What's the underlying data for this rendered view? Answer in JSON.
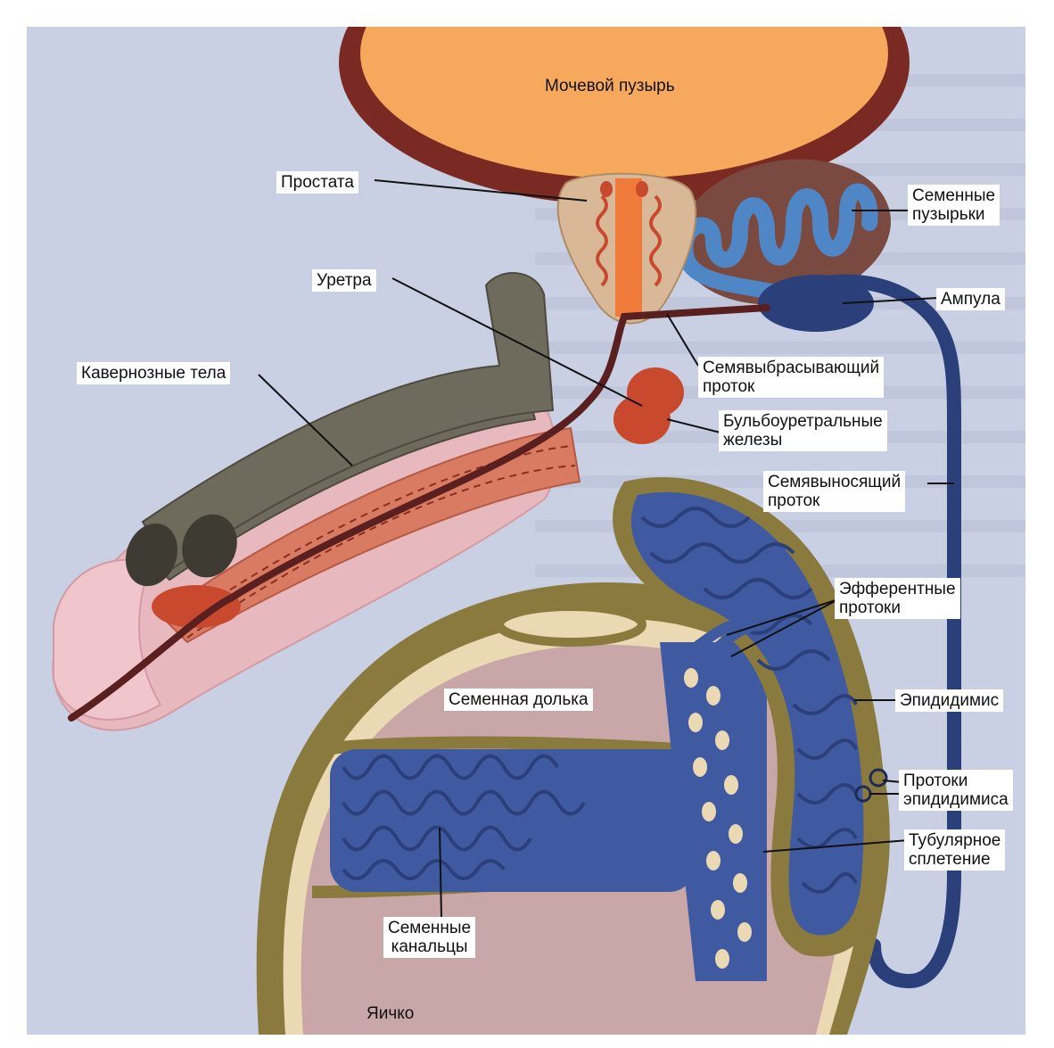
{
  "labels": {
    "bladder": "Мочевой пузырь",
    "prostate": "Простата",
    "seminal_vesicles": [
      "Семенные",
      "пузырьки"
    ],
    "urethra": "Уретра",
    "ampulla": "Ампула",
    "cavernous_bodies": "Кавернозные тела",
    "ejaculatory_duct": [
      "Семявыбрасывающий",
      "проток"
    ],
    "bulbourethral_glands": [
      "Бульбоуретральные",
      "железы"
    ],
    "vas_deferens": [
      "Семявыносящий",
      "проток"
    ],
    "efferent_ducts": [
      "Эфферентные",
      "протоки"
    ],
    "seminal_lobule": "Семенная долька",
    "epididymis": "Эпидидимис",
    "epididymis_ducts": [
      "Протоки",
      "эпидидимиса"
    ],
    "tubular_plexus": [
      "Тубулярное",
      "сплетение"
    ],
    "seminiferous_tubules": [
      "Семенные",
      "канальцы"
    ],
    "testis": "Яичко"
  },
  "colors": {
    "background": "#c9d0e4",
    "bladder_fill": "#f6a95c",
    "bladder_wall": "#7a2a22",
    "prostate": "#d8b896",
    "urethra": "#5a1f1f",
    "vesicle_body": "#7a4a40",
    "vesicle_tube": "#4f86c6",
    "duct_blue": "#2b3f7a",
    "tubule_blue": "#3f5aa0",
    "cavernous": "#6e6a5c",
    "spongiosum": "#d97a62",
    "penis_skin": "#e8b8bf",
    "bulbourethral": "#c8492e",
    "tunica_olive": "#8a7a3e",
    "lobule_pink": "#c9a7a8"
  }
}
